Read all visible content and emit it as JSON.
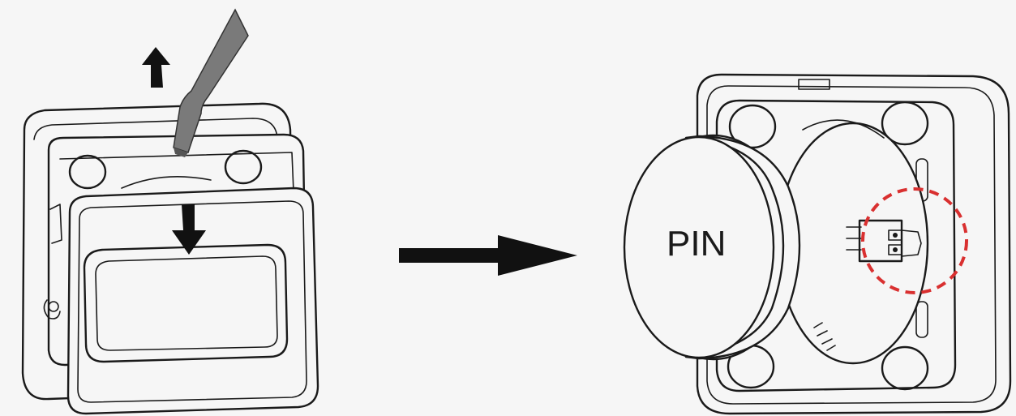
{
  "diagram": {
    "steps": [
      {
        "id": "step-1",
        "arrows": [
          "up-arrow",
          "down-arrow"
        ],
        "tool": "flat-screwdriver"
      },
      {
        "id": "step-2",
        "cap_label": "PIN",
        "highlight_color": "#d93030"
      }
    ],
    "transition_arrow": "right-arrow",
    "colors": {
      "line": "#1a1a1a",
      "tool": "#7a7a7a",
      "highlight": "#d93030"
    }
  }
}
